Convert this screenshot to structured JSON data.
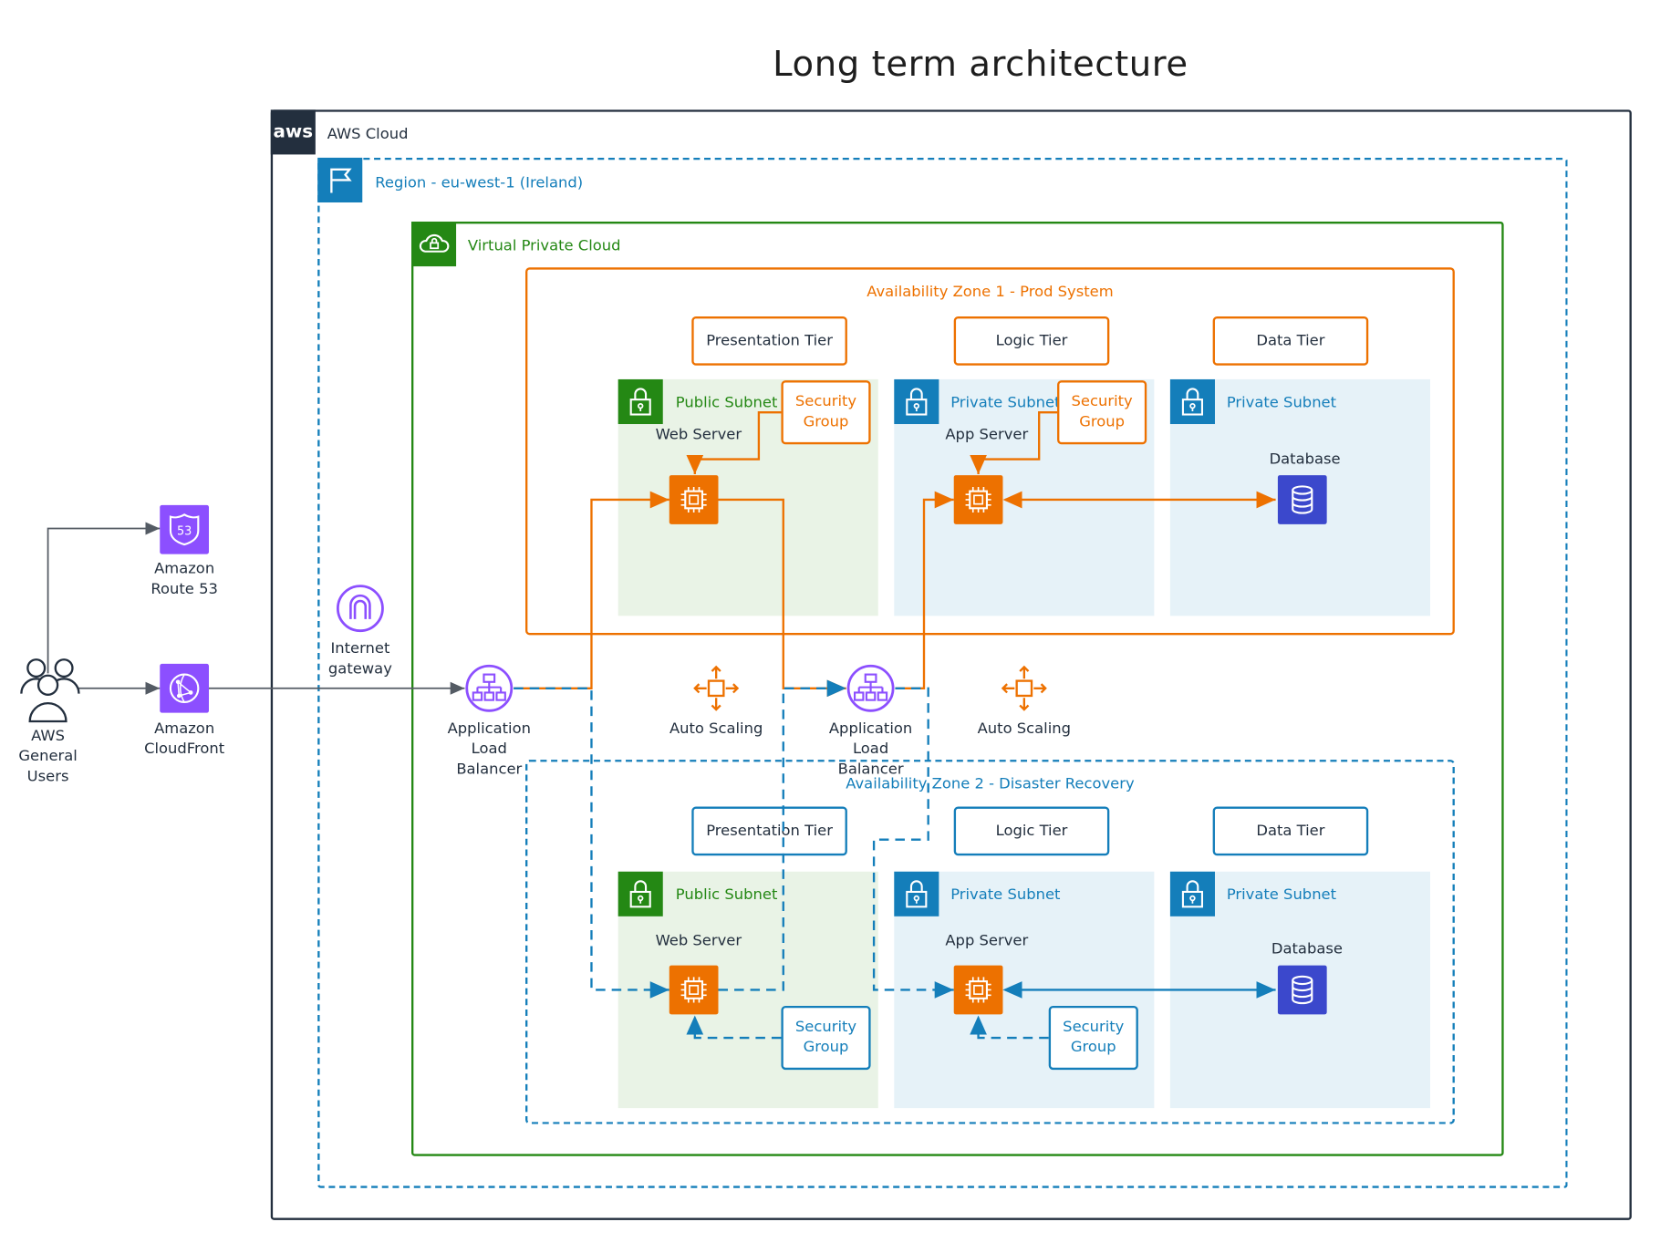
{
  "title": "Long term architecture",
  "aws_cloud": {
    "logo": "aws",
    "label": "AWS Cloud"
  },
  "region": {
    "label": "Region - eu-west-1 (Ireland)"
  },
  "vpc": {
    "label": "Virtual Private Cloud"
  },
  "users": {
    "label": "AWS General Users"
  },
  "route53": {
    "label": "Amazon Route 53",
    "badge": "53"
  },
  "cloudfront": {
    "label": "Amazon CloudFront"
  },
  "internet_gateway": {
    "label": "Internet gateway"
  },
  "alb_web": {
    "label": "Application Load Balancer"
  },
  "alb_app": {
    "label": "Application Load Balancer"
  },
  "autoscaling_web": {
    "label": "Auto Scaling"
  },
  "autoscaling_app": {
    "label": "Auto Scaling"
  },
  "az1": {
    "label": "Availability Zone 1 - Prod System",
    "tiers": [
      "Presentation Tier",
      "Logic Tier",
      "Data Tier"
    ],
    "public_subnet": {
      "label": "Public Subnet",
      "server": "Web Server",
      "security_group": "Security Group"
    },
    "private_subnet_app": {
      "label": "Private Subnet",
      "server": "App Server",
      "security_group": "Security Group"
    },
    "private_subnet_data": {
      "label": "Private Subnet",
      "server": "Database"
    }
  },
  "az2": {
    "label": "Availability Zone 2 - Disaster Recovery",
    "tiers": [
      "Presentation Tier",
      "Logic Tier",
      "Data Tier"
    ],
    "public_subnet": {
      "label": "Public Subnet",
      "server": "Web Server",
      "security_group": "Security Group"
    },
    "private_subnet_app": {
      "label": "Private Subnet",
      "server": "App Server",
      "security_group": "Security Group"
    },
    "private_subnet_data": {
      "label": "Private Subnet",
      "server": "Database"
    }
  },
  "colors": {
    "aws_dark": "#232f3e",
    "region_blue": "#147eba",
    "vpc_green": "#248814",
    "az1_orange": "#ed7100",
    "az2_teal": "#147eba",
    "public_subnet_fill": "#e9f3e6",
    "private_subnet_fill": "#e6f2f8",
    "ec2_orange": "#ed7100",
    "db_blue": "#3b48cc",
    "networking_purple": "#8c4fff"
  }
}
